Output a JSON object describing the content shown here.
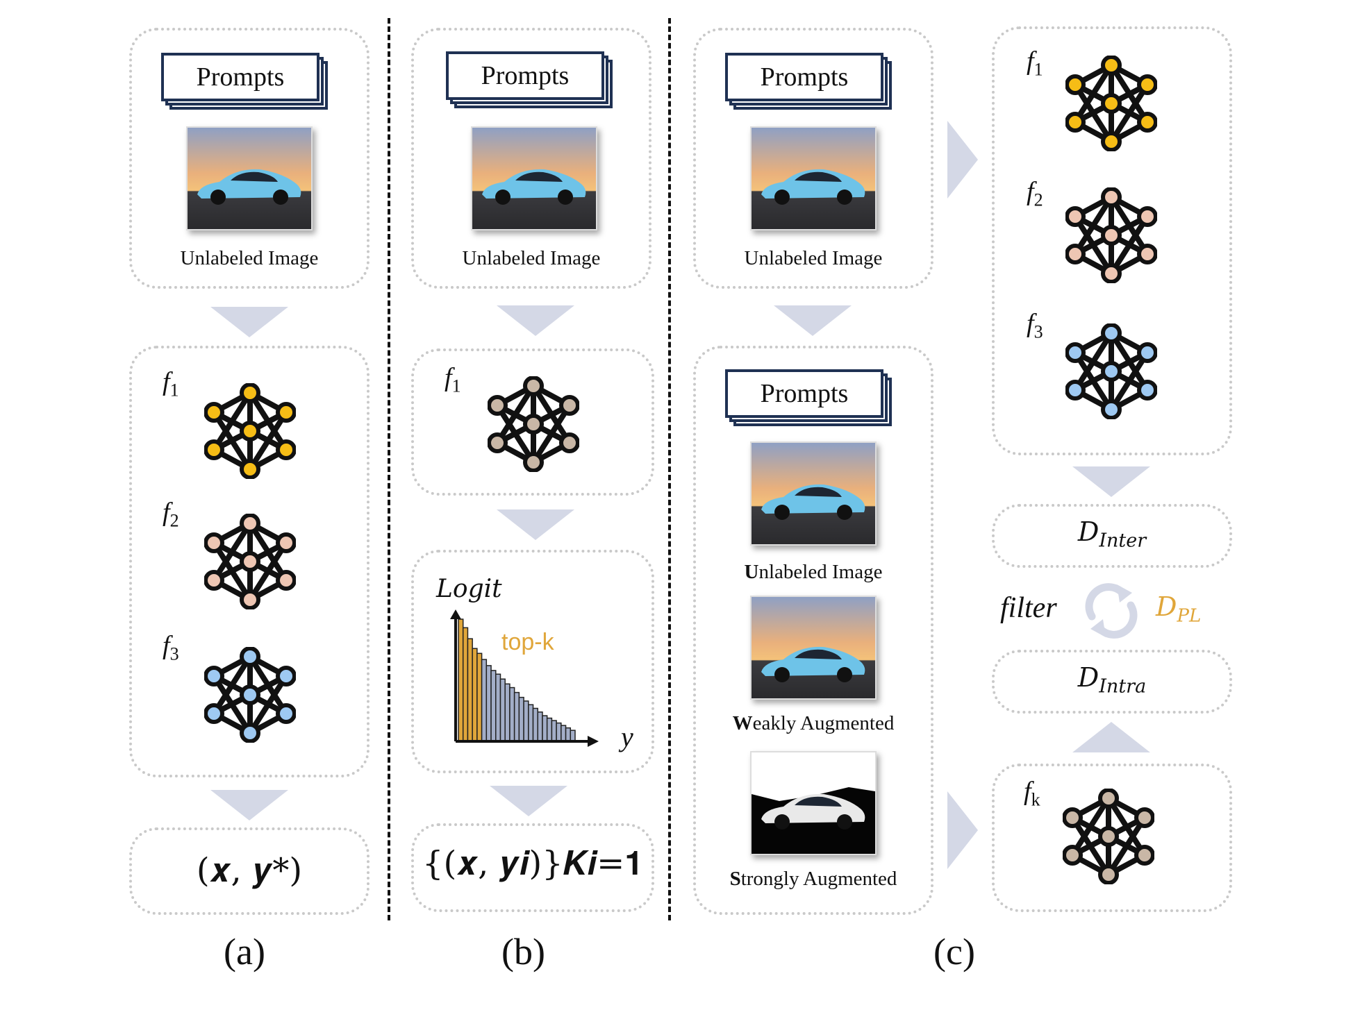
{
  "colors": {
    "net_yellow": "#f6bd16",
    "net_peach": "#eec6b3",
    "net_blue": "#9ec9f2",
    "net_taupe": "#c9b7a6",
    "arrow": "#d4d8e6",
    "topk": "#e0a63a",
    "bar_gray": "#a3aec8",
    "prompt_border": "#1f3153"
  },
  "icons": {
    "network": "neural-network-icon",
    "cycle": "refresh-cycle-icon",
    "photo": "car-photo-icon"
  },
  "panel_a": {
    "prompts_label": "Prompts",
    "image_caption": "Unlabeled Image",
    "models": [
      {
        "name": "f",
        "sub": "1"
      },
      {
        "name": "f",
        "sub": "2"
      },
      {
        "name": "f",
        "sub": "3"
      }
    ],
    "output": "(𝒙, 𝒚*)",
    "label": "(a)"
  },
  "panel_b": {
    "prompts_label": "Prompts",
    "image_caption": "Unlabeled Image",
    "model": {
      "name": "f",
      "sub": "1"
    },
    "chart_ylabel": "Logit",
    "chart_xlabel": "y",
    "topk_label": "top-k",
    "output": "{(𝒙, 𝒚𝒊)}𝑲𝒊=𝟏",
    "label": "(b)"
  },
  "chart_data": {
    "type": "bar",
    "title": "",
    "xlabel": "y",
    "ylabel": "Logit",
    "annotation": "top-k",
    "values": [
      100,
      93,
      84,
      76,
      72,
      67,
      62,
      58,
      55,
      51,
      47,
      44,
      40,
      36,
      33,
      30,
      27,
      24,
      21,
      19,
      17,
      15,
      13,
      11,
      9
    ],
    "highlight_count": 5,
    "grid": false
  },
  "panel_c": {
    "prompts_label": "Prompts",
    "image_caption": "Unlabeled Image",
    "prompts_label_2": "Prompts",
    "image_caption_2_bold": "U",
    "image_caption_2_rest": "nlabeled Image",
    "weak_caption_bold": "W",
    "weak_caption_rest": "eakly Augmented",
    "strong_caption_bold": "S",
    "strong_caption_rest": "trongly Augmented",
    "models": [
      {
        "name": "f",
        "sub": "1"
      },
      {
        "name": "f",
        "sub": "2"
      },
      {
        "name": "f",
        "sub": "3"
      }
    ],
    "model_k": {
      "name": "f",
      "sub": "k"
    },
    "d_inter": {
      "name": "D",
      "sub": "Inter"
    },
    "d_intra": {
      "name": "D",
      "sub": "Intra"
    },
    "filter_label": "filter",
    "d_pl": {
      "name": "D",
      "sub": "PL"
    },
    "label": "(c)"
  }
}
